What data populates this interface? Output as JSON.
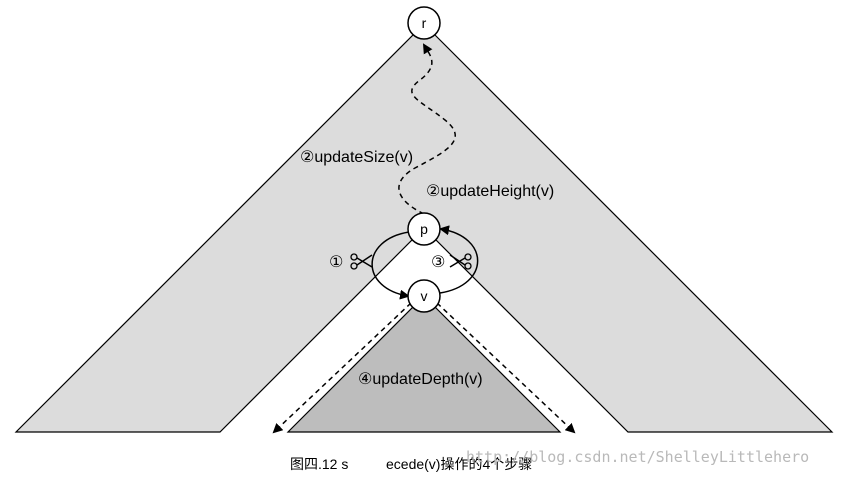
{
  "nodes": {
    "root": "r",
    "parent": "p",
    "child": "v"
  },
  "labels": {
    "update_size": "②updateSize(v)",
    "update_height": "②updateHeight(v)",
    "step_cut_left": "①",
    "step_cut_right": "③",
    "update_depth": "④updateDepth(v)"
  },
  "caption": {
    "prefix": "图四.12 s",
    "suffix": "ecede(v)操作的4个步骤"
  },
  "watermark": "http://blog.csdn.net/ShelleyLittlehero",
  "icons": {
    "cut_left": "scissors-icon",
    "cut_right": "scissors-icon"
  },
  "colors": {
    "outer_tree": "#dcdcdc",
    "subtree": "#bdbdbd",
    "stroke": "#000000",
    "node_fill": "#ffffff",
    "watermark": "#b9b9b9"
  }
}
